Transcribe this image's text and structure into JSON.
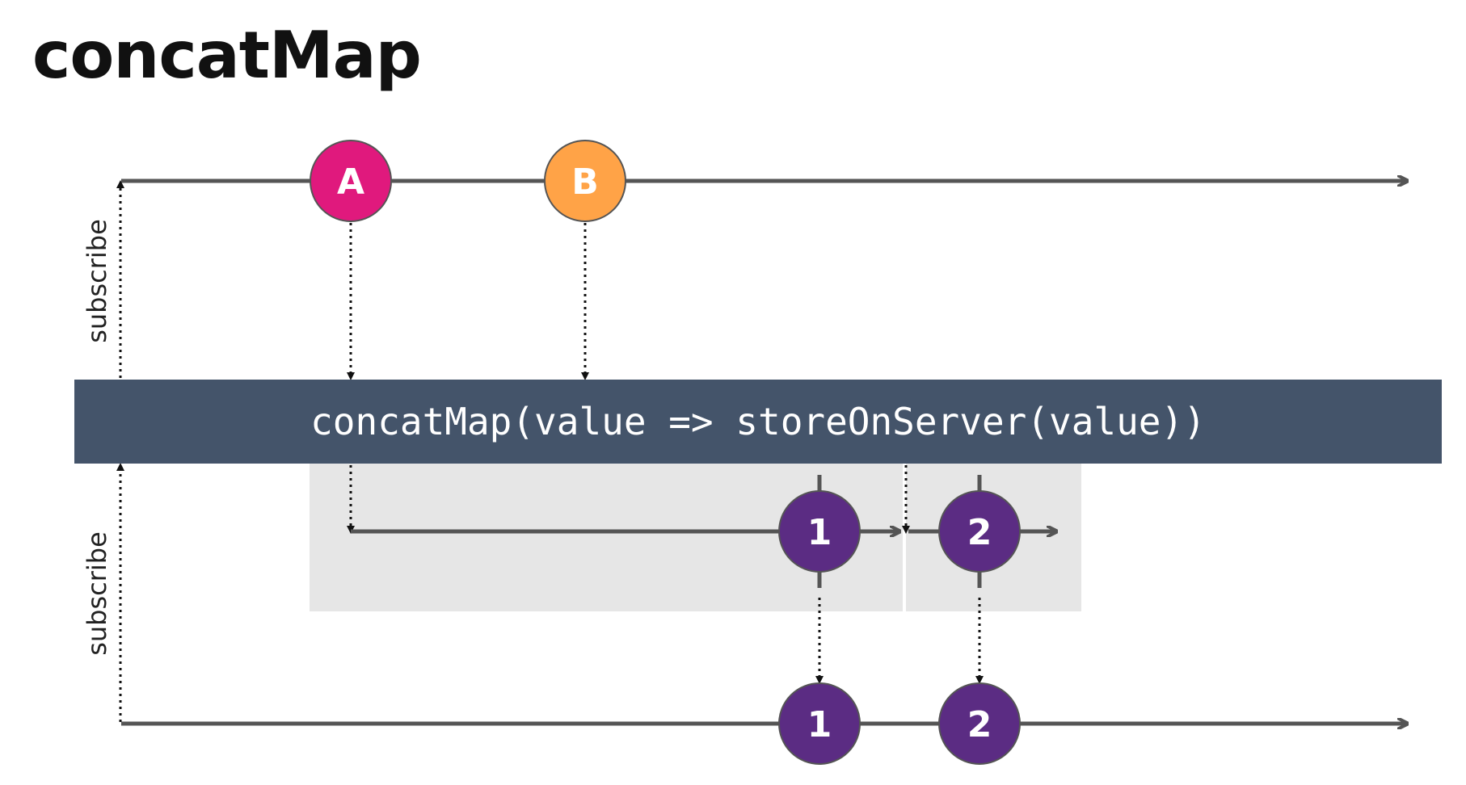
{
  "title": "concatMap",
  "operator": {
    "label": "concatMap(value => storeOnServer(value))"
  },
  "side_labels": {
    "top": "subscribe",
    "bottom": "subscribe"
  },
  "source_marbles": [
    {
      "label": "A",
      "color": "#e0197d"
    },
    {
      "label": "B",
      "color": "#ffa347"
    }
  ],
  "inner_marbles": [
    {
      "label": "1",
      "color": "#5b2c83"
    },
    {
      "label": "2",
      "color": "#5b2c83"
    }
  ],
  "output_marbles": [
    {
      "label": "1",
      "color": "#5b2c83"
    },
    {
      "label": "2",
      "color": "#5b2c83"
    }
  ],
  "colors": {
    "timeline": "#555555",
    "operator_bg": "#44546a",
    "inner_bg": "#e6e6e6",
    "dotted": "#111111"
  }
}
